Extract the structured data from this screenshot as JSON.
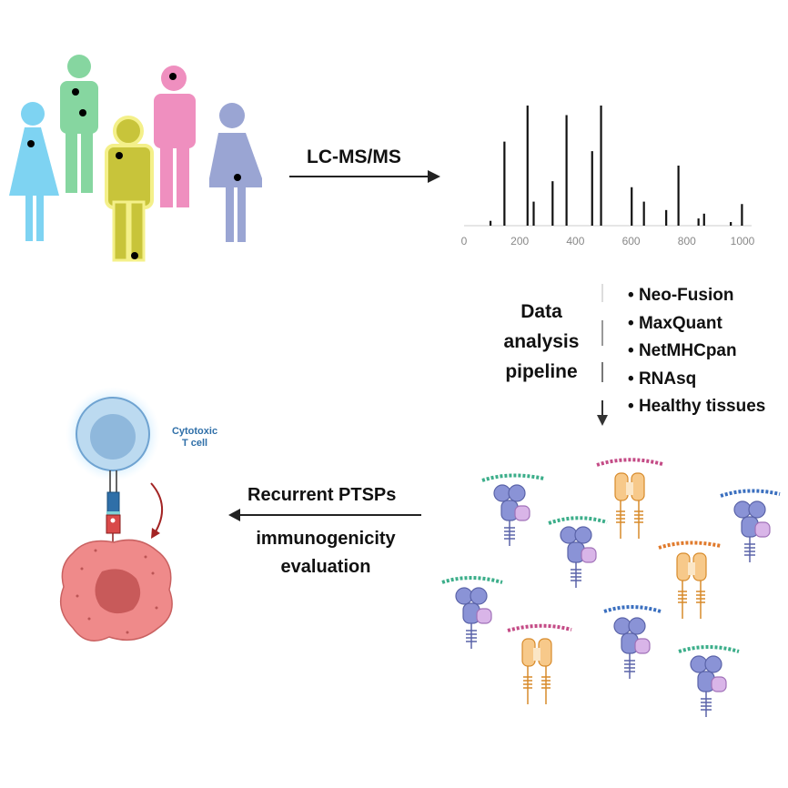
{
  "step_labels": {
    "lcms": "LC-MS/MS",
    "pipeline_line1": "Data",
    "pipeline_line2": "analysis",
    "pipeline_line3": "pipeline",
    "evaluation_line1": "Recurrent PTSPs",
    "evaluation_line2": "immunogenicity",
    "evaluation_line3": "evaluation"
  },
  "pipeline_tools": [
    "Neo-Fusion",
    "MaxQuant",
    "NetMHCpan",
    "RNAsq",
    "Healthy tissues"
  ],
  "cell_label": {
    "line1": "Cytotoxic",
    "line2": "T cell"
  },
  "spectrum": {
    "ticks": [
      "0",
      "200",
      "400",
      "600",
      "800",
      "1000"
    ],
    "tick_values": [
      0,
      200,
      400,
      600,
      800,
      1000
    ],
    "xlim": [
      0,
      1000
    ],
    "peaks": [
      {
        "mz": 95,
        "intensity": 4
      },
      {
        "mz": 145,
        "intensity": 70
      },
      {
        "mz": 228,
        "intensity": 100
      },
      {
        "mz": 250,
        "intensity": 20
      },
      {
        "mz": 318,
        "intensity": 37
      },
      {
        "mz": 368,
        "intensity": 92
      },
      {
        "mz": 460,
        "intensity": 62
      },
      {
        "mz": 492,
        "intensity": 100
      },
      {
        "mz": 602,
        "intensity": 32
      },
      {
        "mz": 646,
        "intensity": 20
      },
      {
        "mz": 726,
        "intensity": 13
      },
      {
        "mz": 770,
        "intensity": 50
      },
      {
        "mz": 842,
        "intensity": 6
      },
      {
        "mz": 862,
        "intensity": 10
      },
      {
        "mz": 958,
        "intensity": 3
      },
      {
        "mz": 998,
        "intensity": 18
      }
    ]
  },
  "colors": {
    "person_blue": "#7ed3f2",
    "person_green": "#86d6a0",
    "person_yellow": "#c8c43a",
    "person_pink": "#ef8fbf",
    "person_purple": "#9aa5d3",
    "mhc_purple": "#8a93d6",
    "mhc_orange": "#f0a54a",
    "tumor": "#ef8a8a",
    "tcell": "#8fb8dc"
  }
}
